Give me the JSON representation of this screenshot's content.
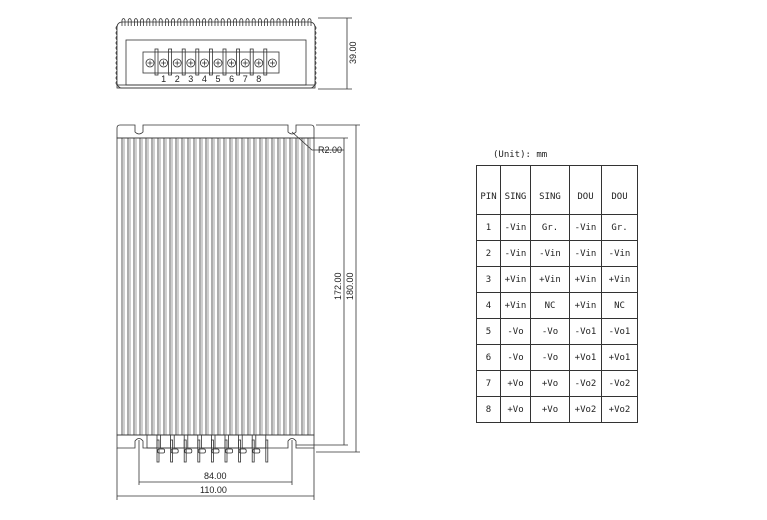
{
  "top_view": {
    "terminal_labels": [
      "1",
      "2",
      "3",
      "4",
      "5",
      "6",
      "7",
      "8"
    ],
    "height_dim": "39.00"
  },
  "main_view": {
    "radius_label": "R2.00",
    "dim_inner_height": "172.00",
    "dim_outer_height": "180.00",
    "dim_mount_width": "84.00",
    "dim_outer_width": "110.00"
  },
  "pin_table": {
    "unit_label": "(Unit): mm",
    "headers": [
      "PIN",
      "SING",
      "SING",
      "DOU",
      "DOU"
    ],
    "rows": [
      [
        "1",
        "-Vin",
        "Gr.",
        "-Vin",
        "Gr."
      ],
      [
        "2",
        "-Vin",
        "-Vin",
        "-Vin",
        "-Vin"
      ],
      [
        "3",
        "+Vin",
        "+Vin",
        "+Vin",
        "+Vin"
      ],
      [
        "4",
        "+Vin",
        "NC",
        "+Vin",
        "NC"
      ],
      [
        "5",
        "-Vo",
        "-Vo",
        "-Vo1",
        "-Vo1"
      ],
      [
        "6",
        "-Vo",
        "-Vo",
        "+Vo1",
        "+Vo1"
      ],
      [
        "7",
        "+Vo",
        "+Vo",
        "-Vo2",
        "-Vo2"
      ],
      [
        "8",
        "+Vo",
        "+Vo",
        "+Vo2",
        "+Vo2"
      ]
    ]
  },
  "colors": {
    "line": "#333333"
  }
}
